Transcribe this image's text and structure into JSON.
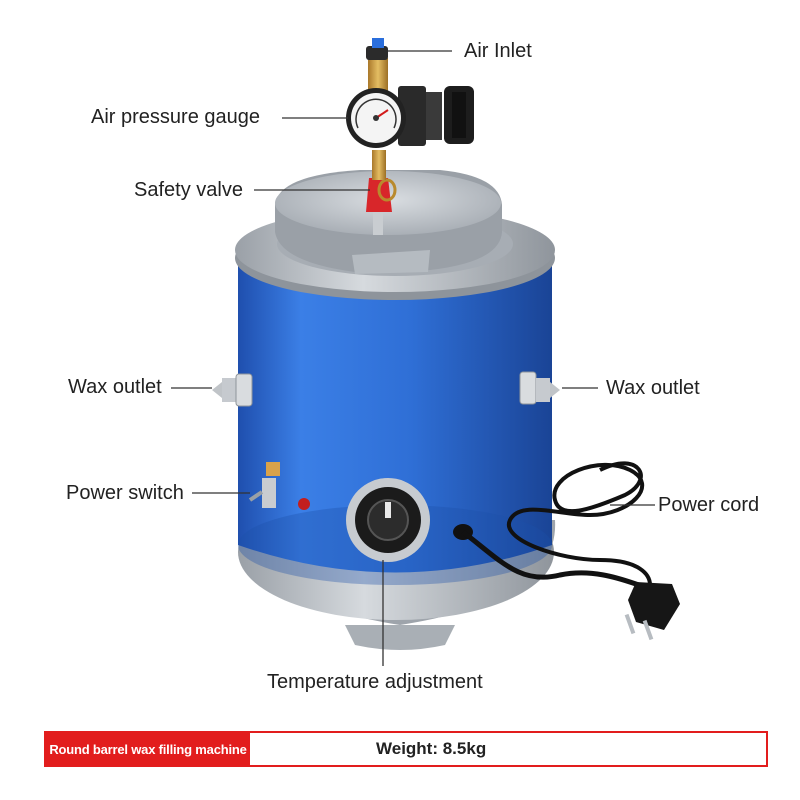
{
  "labels": {
    "air_inlet": "Air Inlet",
    "air_pressure_gauge": "Air pressure gauge",
    "safety_valve": "Safety valve",
    "wax_outlet_left": "Wax outlet",
    "wax_outlet_right": "Wax outlet",
    "power_switch": "Power switch",
    "power_cord": "Power cord",
    "temperature_adjustment": "Temperature adjustment"
  },
  "footer": {
    "product_name": "Round barrel wax filling machine",
    "weight": "Weight: 8.5kg"
  },
  "colors": {
    "body_blue": "#2f6fd6",
    "metal_gray": "#b9bec4",
    "accent_red": "#e21d1d",
    "brass": "#c99a3c"
  },
  "icons": [
    "wax-injector-machine-illustration",
    "pressure-gauge-icon",
    "power-plug-icon",
    "temperature-knob-icon"
  ]
}
